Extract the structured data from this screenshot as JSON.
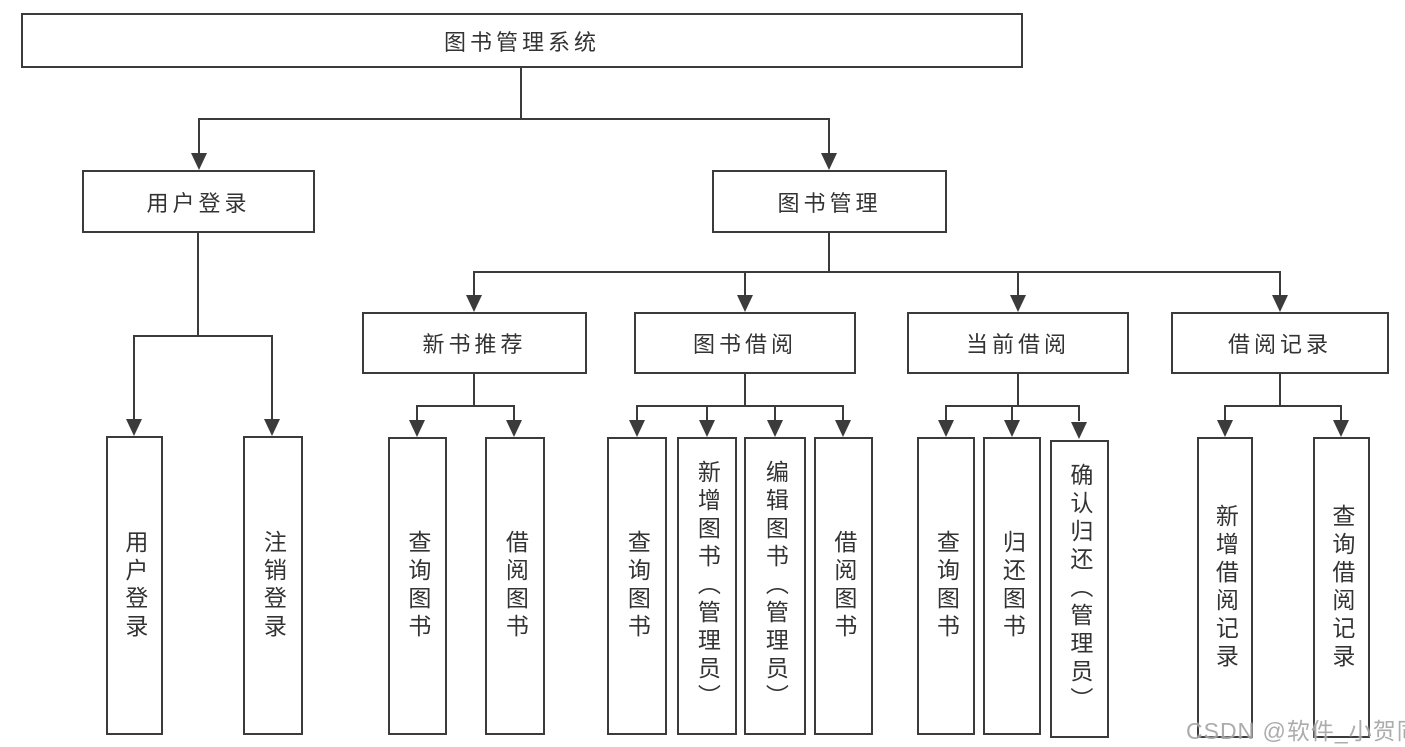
{
  "tree": {
    "root": {
      "label": "图书管理系统"
    },
    "login": {
      "label": "用户登录",
      "children": [
        {
          "label": "用户登录"
        },
        {
          "label": "注销登录"
        }
      ]
    },
    "mgmt": {
      "label": "图书管理",
      "sections": [
        {
          "label": "新书推荐",
          "children": [
            {
              "label": "查询图书"
            },
            {
              "label": "借阅图书"
            }
          ]
        },
        {
          "label": "图书借阅",
          "children": [
            {
              "label": "查询图书"
            },
            {
              "label": "新增图书（管理员）"
            },
            {
              "label": "编辑图书（管理员）"
            },
            {
              "label": "借阅图书"
            }
          ]
        },
        {
          "label": "当前借阅",
          "children": [
            {
              "label": "查询图书"
            },
            {
              "label": "归还图书"
            },
            {
              "label": "确认归还（管理员）"
            }
          ]
        },
        {
          "label": "借阅记录",
          "children": [
            {
              "label": "新增借阅记录"
            },
            {
              "label": "查询借阅记录"
            }
          ]
        }
      ]
    }
  },
  "watermark": "CSDN @软件_小贺同学",
  "colors": {
    "line": "#3b3b3b",
    "text": "#333333",
    "watermark": "#a6a6a6",
    "background": "#ffffff"
  }
}
